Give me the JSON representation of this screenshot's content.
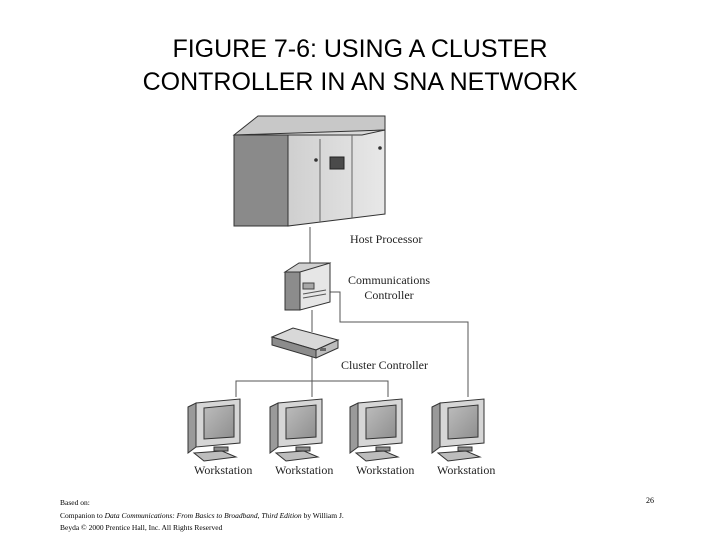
{
  "title": {
    "line1": "FIGURE 7-6: USING A CLUSTER",
    "line2": "CONTROLLER IN AN SNA NETWORK"
  },
  "labels": {
    "host": "Host Processor",
    "comm_line1": "Communications",
    "comm_line2": "Controller",
    "cluster": "Cluster Controller",
    "workstations": [
      "Workstation",
      "Workstation",
      "Workstation",
      "Workstation"
    ]
  },
  "footer": {
    "line1": "Based on:",
    "line2_prefix": "Companion to",
    "line2_book": "Data Communications: From Basics to Broadband, Third Edition",
    "line2_suffix": "by William J.",
    "line3": "Beyda © 2000 Prentice Hall, Inc. All Rights Reserved",
    "page_number": "26"
  }
}
